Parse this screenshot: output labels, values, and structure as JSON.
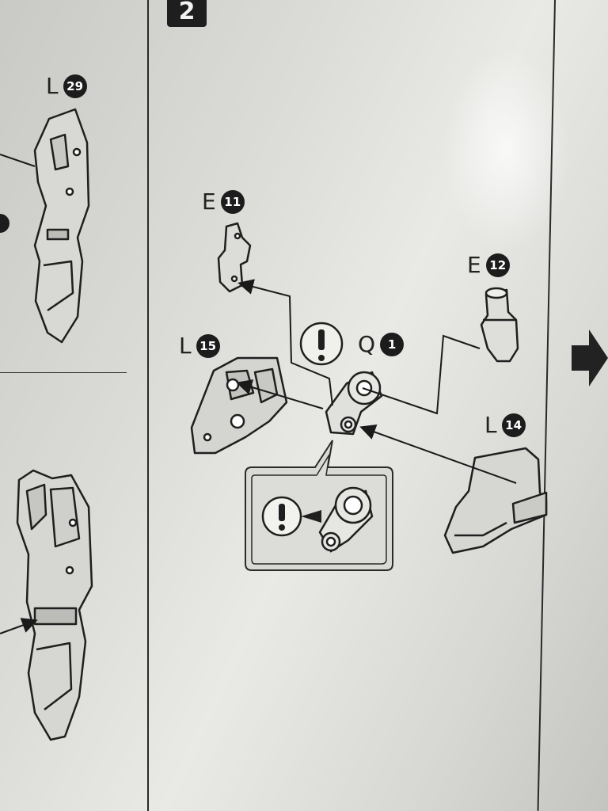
{
  "step": {
    "number": "2"
  },
  "labels": {
    "l29": {
      "letter": "L",
      "number": "29"
    },
    "e11": {
      "letter": "E",
      "number": "11"
    },
    "e12": {
      "letter": "E",
      "number": "12"
    },
    "l15": {
      "letter": "L",
      "number": "15"
    },
    "q1": {
      "letter": "Q",
      "number": "1"
    },
    "l14": {
      "letter": "L",
      "number": "14"
    }
  },
  "caution": {
    "symbol": "!"
  },
  "icons": [
    "exclamation-icon",
    "next-step-arrow-icon",
    "assembly-arrow-icon"
  ]
}
